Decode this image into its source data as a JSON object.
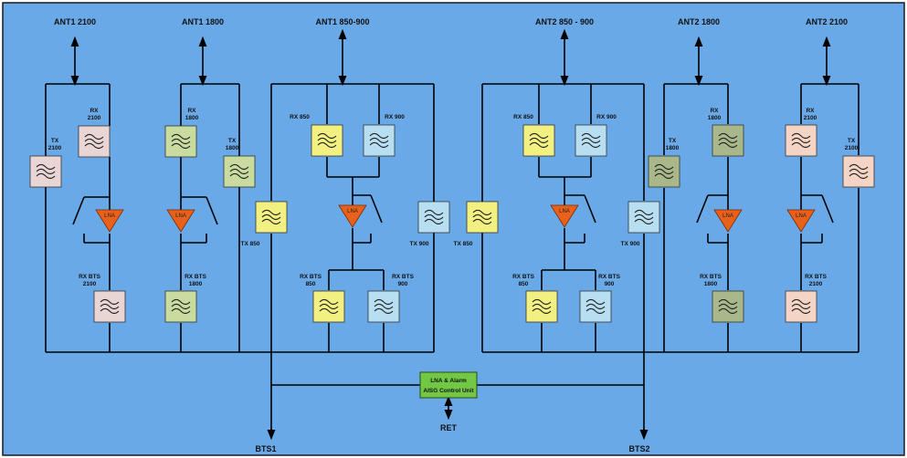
{
  "colors": {
    "background": "#6aa9e8",
    "border": "#1a1a1a",
    "wire": "#000000",
    "lna": "#e8601a",
    "control_unit": "#72c845",
    "filter_2100": "#ead5d5",
    "filter_1800": "#c8dca0",
    "filter_850": "#f2f080",
    "filter_900": "#b8def2",
    "filter_2100_b": "#f4d4c4",
    "filter_1800_b": "#a8b88a"
  },
  "antennas": {
    "ant1_2100": "ANT1 2100",
    "ant1_1800": "ANT1 1800",
    "ant1_850_900": "ANT1 850-900",
    "ant2_850_900": "ANT2 850 - 900",
    "ant2_1800": "ANT2 1800",
    "ant2_2100": "ANT2 2100"
  },
  "labels": {
    "rx": "RX",
    "tx": "TX",
    "rx_bts": "RX BTS",
    "rx_850": "RX 850",
    "rx_900": "RX 900",
    "tx_850": "TX 850",
    "tx_900": "TX 900",
    "f2100": "2100",
    "f1800": "1800",
    "f850": "850",
    "f900": "900",
    "lna": "LNA"
  },
  "control_unit": {
    "line1": "LNA & Alarm",
    "line2": "AISG Control Unit"
  },
  "outputs": {
    "ret": "RET",
    "bts1": "BTS1",
    "bts2": "BTS2"
  },
  "icons": {
    "filter": "bandpass-filter-icon",
    "lna": "lna-amplifier-icon",
    "switch": "bypass-switch-icon",
    "arrow": "double-arrow-icon"
  }
}
